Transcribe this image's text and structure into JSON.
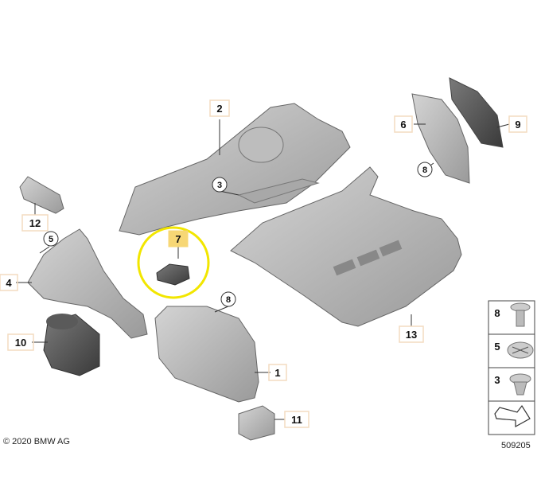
{
  "callouts": {
    "c1": "1",
    "c2": "2",
    "c3": "3",
    "c4": "4",
    "c5": "5",
    "c6": "6",
    "c7": "7",
    "c8": "8",
    "c9": "9",
    "c10": "10",
    "c11": "11",
    "c12": "12",
    "c13": "13"
  },
  "legend": {
    "item8": "8",
    "item5": "5",
    "item3": "3"
  },
  "footer": {
    "copyright": "© 2020 BMW AG",
    "ref_number": "509205"
  },
  "colors": {
    "highlight_ring": "#f2e600",
    "highlight_box": "#f7d775",
    "label_box": "#f3dcc0"
  }
}
